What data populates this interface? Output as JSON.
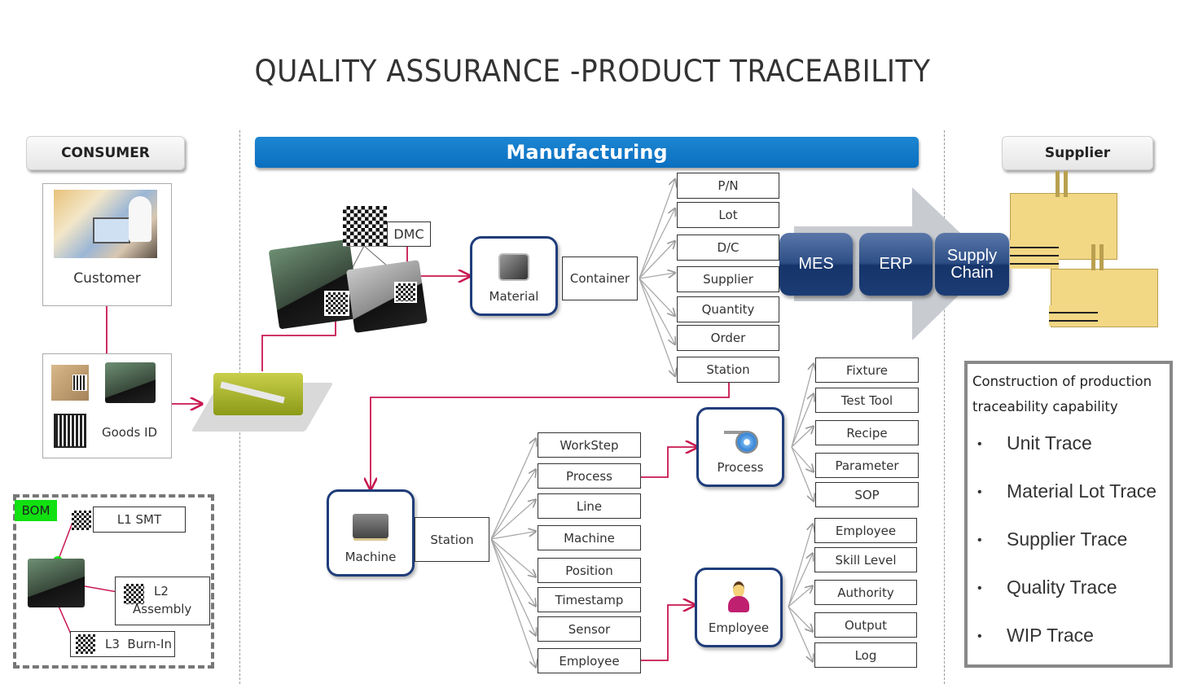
{
  "title": "QUALITY ASSURANCE -PRODUCT TRACEABILITY",
  "sections": {
    "consumer": "CONSUMER",
    "manufacturing": "Manufacturing",
    "supplier": "Supplier"
  },
  "consumer": {
    "customer_label": "Customer",
    "goods_label": "Goods ID"
  },
  "bom": {
    "label": "BOM",
    "levels": [
      "L1 SMT",
      "L2",
      "Assembly",
      "L3  Burn-In"
    ]
  },
  "dmc_label": "DMC",
  "material": {
    "node_label": "Material",
    "container_label": "Container",
    "attributes": [
      "P/N",
      "Lot",
      "D/C",
      "Supplier",
      "Quantity",
      "Order",
      "Station"
    ]
  },
  "systems": [
    "MES",
    "ERP",
    "Supply\nChain"
  ],
  "system_labels": {
    "mes": "MES",
    "erp": "ERP",
    "sc_line1": "Supply",
    "sc_line2": "Chain"
  },
  "machine": {
    "node_label": "Machine",
    "station_label": "Station",
    "attributes": [
      "WorkStep",
      "Process",
      "Line",
      "Machine",
      "Position",
      "Timestamp",
      "Sensor",
      "Employee"
    ]
  },
  "process": {
    "node_label": "Process",
    "attributes": [
      "Fixture",
      "Test Tool",
      "Recipe",
      "Parameter",
      "SOP"
    ]
  },
  "employee": {
    "node_label": "Employee",
    "attributes": [
      "Employee",
      "Skill Level",
      "Authority",
      "Output",
      "Log"
    ]
  },
  "capability": {
    "heading_line1": "Construction of production",
    "heading_line2": "traceability capability",
    "items": [
      "Unit Trace",
      "Material Lot Trace",
      "Supplier Trace",
      "Quality Trace",
      "WIP Trace"
    ],
    "bullet": "•"
  },
  "colors": {
    "banner_blue": "#0a6fbf",
    "node_border": "#1f3d7a",
    "link_crimson": "#c8174f",
    "bom_green": "#11e011",
    "system_navy": "#1b3c74"
  }
}
